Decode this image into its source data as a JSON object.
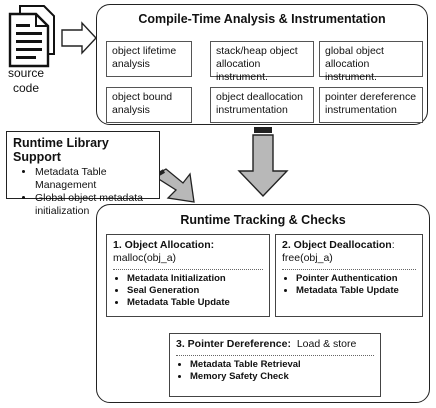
{
  "source": {
    "label": "source\ncode"
  },
  "compile": {
    "title": "Compile-Time Analysis & Instrumentation",
    "analyses": [
      "object lifetime\nanalysis",
      "object bound\nanalysis"
    ],
    "instrumentations": [
      "stack/heap object\nallocation instrument.",
      "global object\nallocation instrument.",
      "object deallocation\ninstrumentation",
      "pointer dereference\ninstrumentation"
    ]
  },
  "runtime_library": {
    "title": "Runtime Library Support",
    "items": [
      "Metadata Table Management",
      "Global object metadata initialization"
    ]
  },
  "runtime": {
    "title": "Runtime Tracking & Checks",
    "allocation": {
      "heading": "1. Object Allocation:",
      "call": "malloc(obj_a)",
      "steps": [
        "Metadata Initialization",
        "Seal Generation",
        "Metadata Table Update"
      ]
    },
    "deallocation": {
      "heading": "2. Object Deallocation",
      "suffix": ":",
      "call": "free(obj_a)",
      "steps": [
        "Pointer Authentication",
        "Metadata Table Update"
      ]
    },
    "dereference": {
      "heading": "3. Pointer Dereference:",
      "detail": "Load & store",
      "steps": [
        "Metadata Table Retrieval",
        "Memory Safety Check"
      ]
    }
  }
}
